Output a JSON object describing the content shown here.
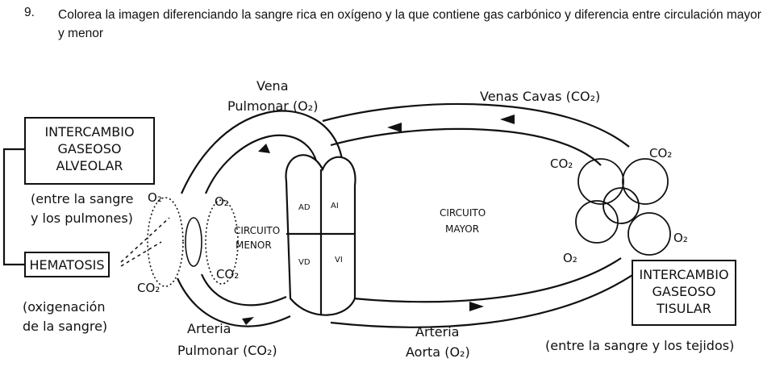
{
  "question": {
    "number": "9.",
    "text": "Colorea la imagen diferenciando la sangre rica en oxígeno y la que contiene gas carbónico y diferencia entre circulación mayor y menor"
  },
  "left": {
    "box1": [
      "INTERCAMBIO",
      "GASEOSO",
      "ALVEOLAR"
    ],
    "note1": [
      "(entre la sangre",
      "y los pulmones)"
    ],
    "box2": "HEMATOSIS",
    "note2": [
      "(oxigenación",
      "de la sangre)"
    ]
  },
  "right": {
    "box": [
      "INTERCAMBIO",
      "GASEOSO",
      "TISULAR"
    ],
    "note": "(entre la sangre y los tejidos)"
  },
  "vessels": {
    "vena_pulmonar": [
      "Vena",
      "Pulmonar (O₂)"
    ],
    "venas_cavas": "Venas Cavas (CO₂)",
    "arteria_pulmonar": [
      "Arteria",
      "Pulmonar (CO₂)"
    ],
    "arteria_aorta": [
      "Arteria",
      "Aorta (O₂)"
    ]
  },
  "circuits": {
    "menor": [
      "CIRCUITO",
      "MENOR"
    ],
    "mayor": [
      "CIRCUITO",
      "MAYOR"
    ]
  },
  "heart": {
    "ad": "AD",
    "ai": "AI",
    "vd": "VD",
    "vi": "VI"
  },
  "gases": {
    "o2": "O₂",
    "co2": "CO₂"
  }
}
